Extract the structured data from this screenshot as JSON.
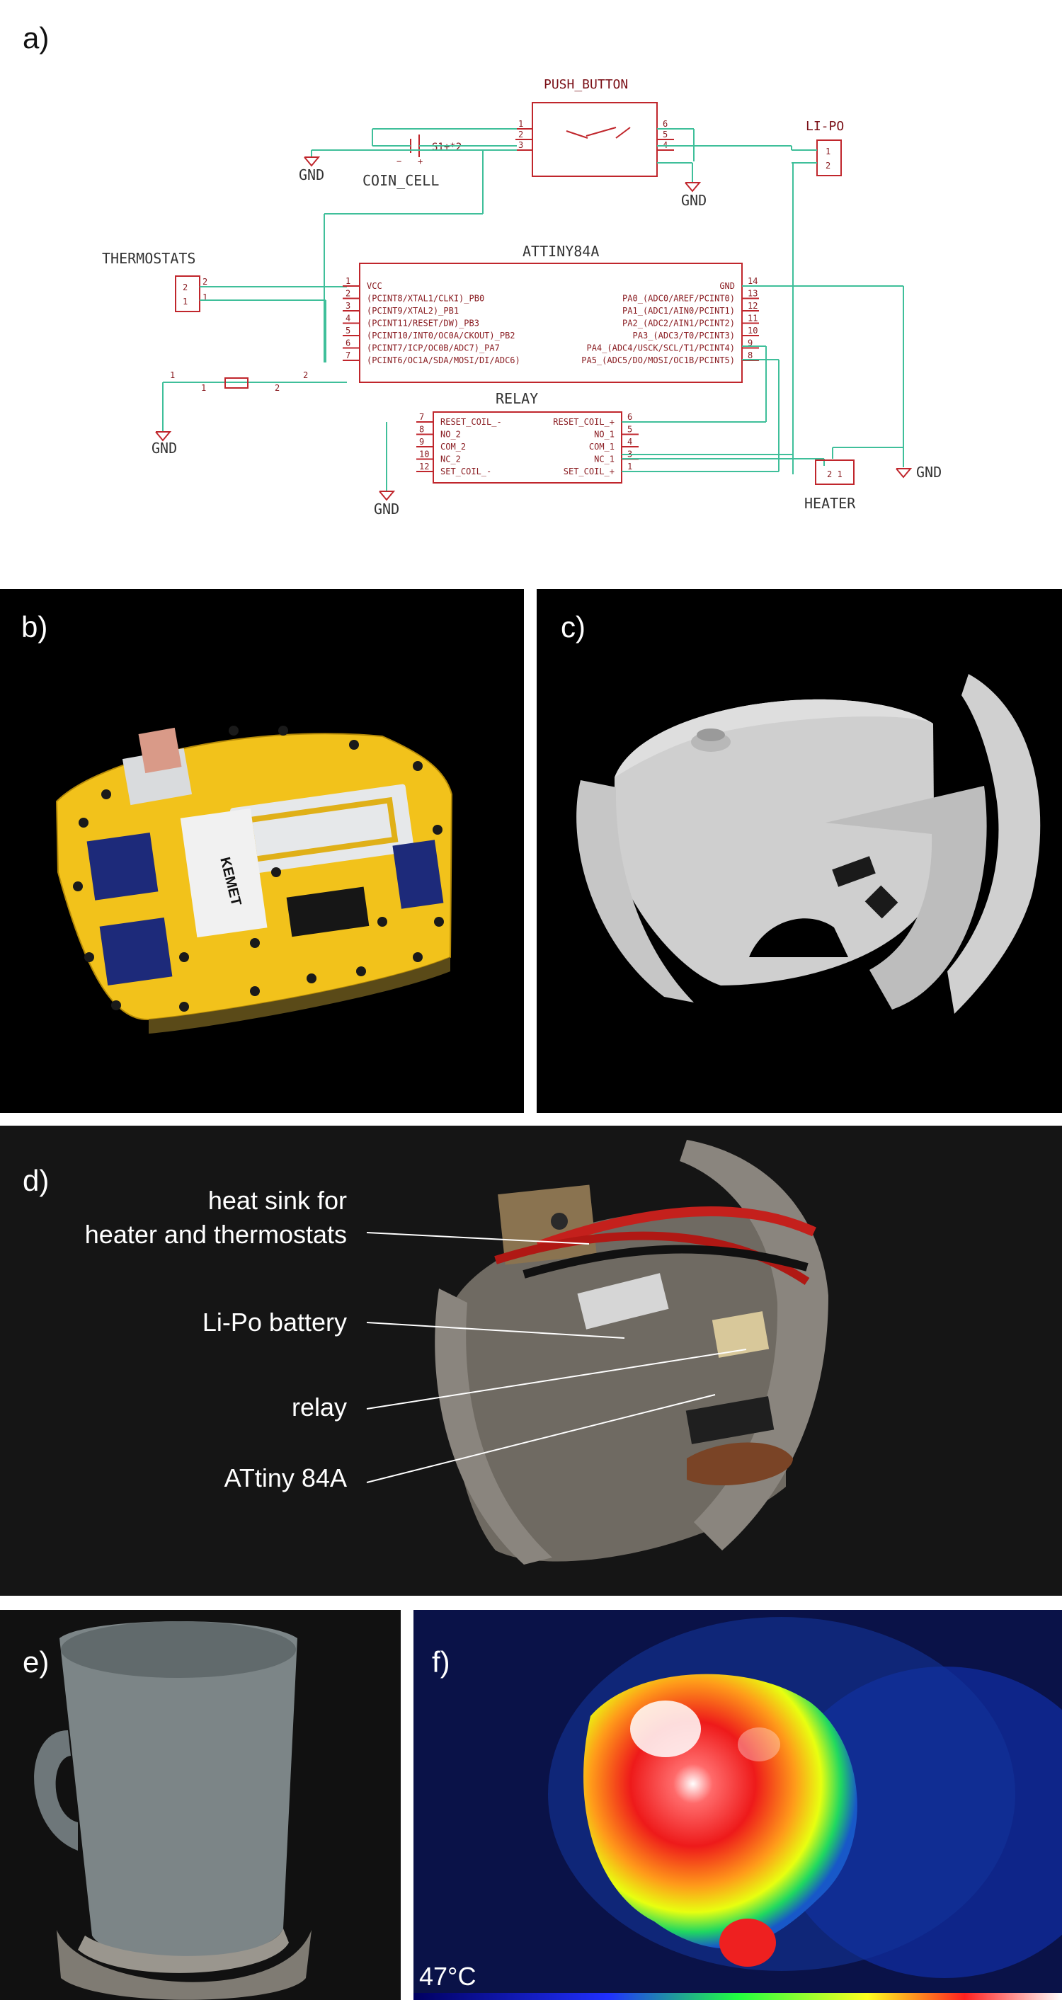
{
  "panels": {
    "a": "a)",
    "b": "b)",
    "c": "c)",
    "d": "d)",
    "e": "e)",
    "f": "f)"
  },
  "schematic": {
    "push_button": "PUSH_BUTTON",
    "lipo": "LI-PO",
    "coin_cell": "COIN_CELL",
    "coin_cell_ref": "S1+*2",
    "thermostats": "THERMOSTATS",
    "attiny": "ATTINY84A",
    "relay": "RELAY",
    "heater": "HEATER",
    "gnd": "GND",
    "attiny_left": [
      "VCC",
      "(PCINT8/XTAL1/CLKI)_PB0",
      "(PCINT9/XTAL2)_PB1",
      "(PCINT11/RESET/DW)_PB3",
      "(PCINT10/INT0/OC0A/CKOUT)_PB2",
      "(PCINT7/ICP/OC0B/ADC7)_PA7",
      "(PCINT6/OC1A/SDA/MOSI/DI/ADC6)"
    ],
    "attiny_left_pins": [
      "1",
      "2",
      "3",
      "4",
      "5",
      "6",
      "7"
    ],
    "attiny_right": [
      "GND",
      "PA0_(ADC0/AREF/PCINT0)",
      "PA1_(ADC1/AIN0/PCINT1)",
      "PA2_(ADC2/AIN1/PCINT2)",
      "PA3_(ADC3/T0/PCINT3)",
      "PA4_(ADC4/USCK/SCL/T1/PCINT4)",
      "PA5_(ADC5/DO/MOSI/OC1B/PCINT5)"
    ],
    "attiny_right_pins": [
      "14",
      "13",
      "12",
      "11",
      "10",
      "9",
      "8"
    ],
    "relay_left": [
      "RESET_COIL_-",
      "NO_2",
      "COM_2",
      "NC_2",
      "SET_COIL_-"
    ],
    "relay_left_pins": [
      "7",
      "8",
      "9",
      "10",
      "12"
    ],
    "relay_right": [
      "RESET_COIL_+",
      "NO_1",
      "COM_1",
      "NC_1",
      "SET_COIL_+"
    ],
    "relay_right_pins": [
      "6",
      "5",
      "4",
      "3",
      "1"
    ],
    "pb_left_pins": [
      "1",
      "2",
      "3"
    ],
    "pb_right_pins": [
      "6",
      "5",
      "4"
    ]
  },
  "pcb": {
    "brand": "KEMET"
  },
  "callouts": {
    "heatsink": "heat sink for\nheater and thermostats",
    "battery": "Li-Po battery",
    "relay": "relay",
    "attiny": "ATtiny 84A"
  },
  "thermal": {
    "temperature": "47°C"
  }
}
